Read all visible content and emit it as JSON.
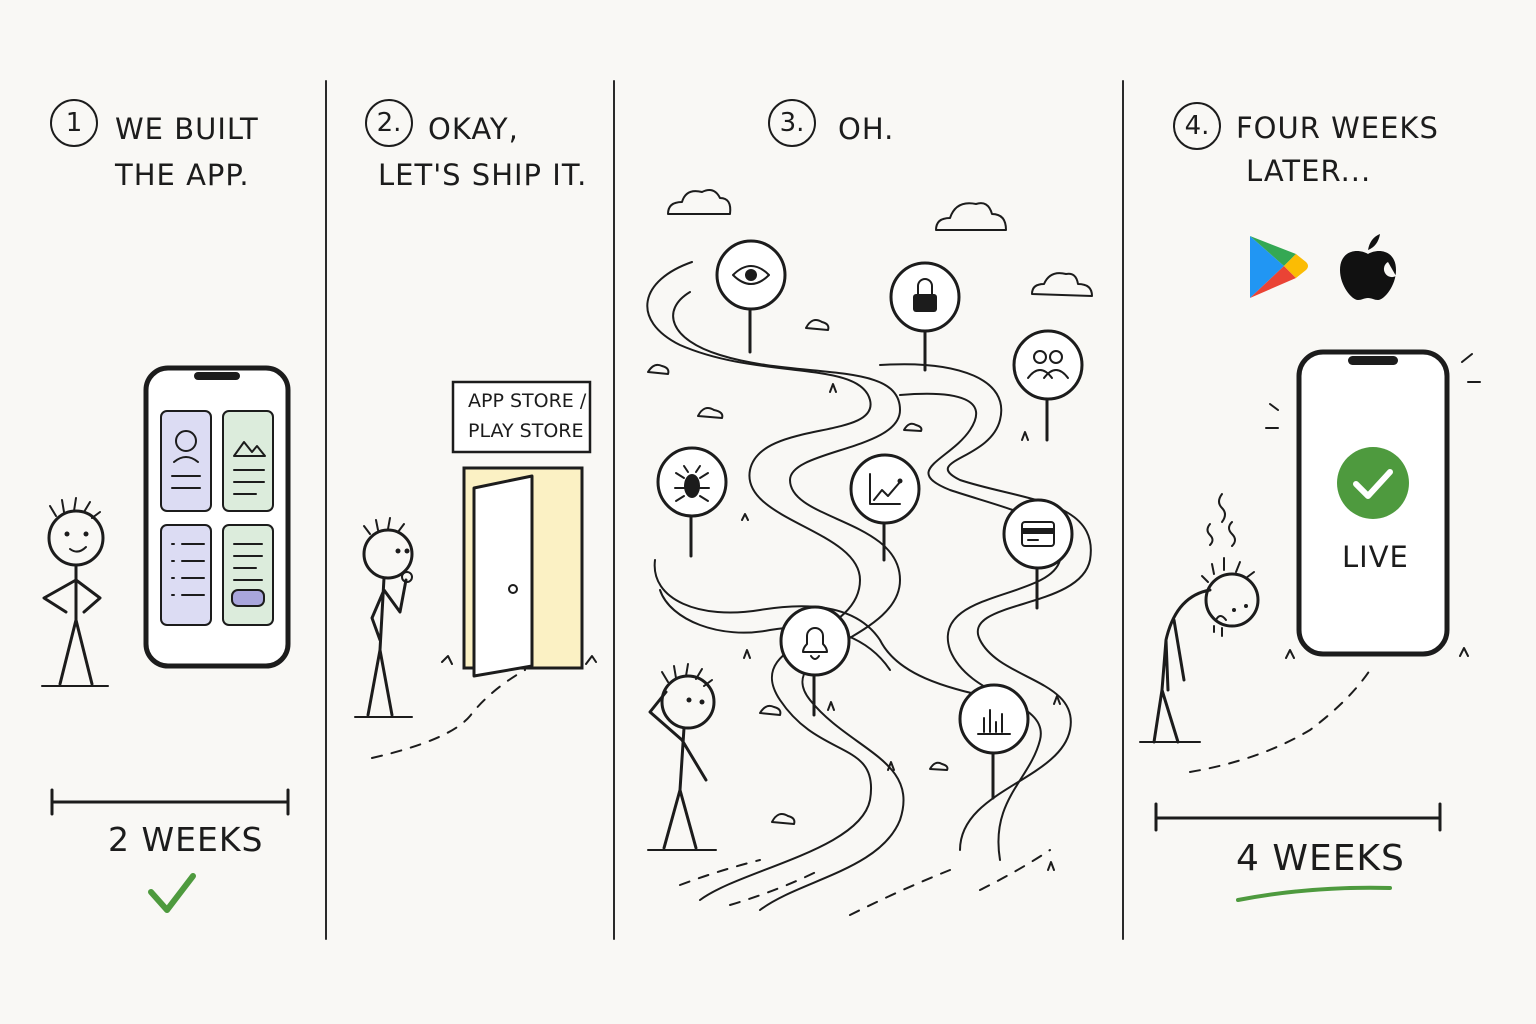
{
  "panels": [
    {
      "number": "1",
      "caption_line1": "We built",
      "caption_line2": "the app.",
      "timeline_label": "2 weeks"
    },
    {
      "number": "2.",
      "caption_line1": "Okay,",
      "caption_line2": "let's ship it.",
      "sign_line1": "App Store /",
      "sign_line2": "Play Store"
    },
    {
      "number": "3.",
      "caption_line1": "Oh."
    },
    {
      "number": "4.",
      "caption_line1": "Four weeks",
      "caption_line2": "later...",
      "status_label": "LIVE",
      "timeline_label": "4 weeks"
    }
  ],
  "signpost_icons": [
    "eye-icon",
    "lock-icon",
    "users-icon",
    "bug-icon",
    "chart-up-icon",
    "payment-card-icon",
    "bell-icon",
    "bar-chart-icon"
  ],
  "colors": {
    "ink": "#1c1c1c",
    "background": "#f9f8f5",
    "success_green": "#4e9a3e",
    "door_glow": "#fbf1c4",
    "card_purple": "#dcdcf3",
    "card_green": "#dcecdc"
  }
}
